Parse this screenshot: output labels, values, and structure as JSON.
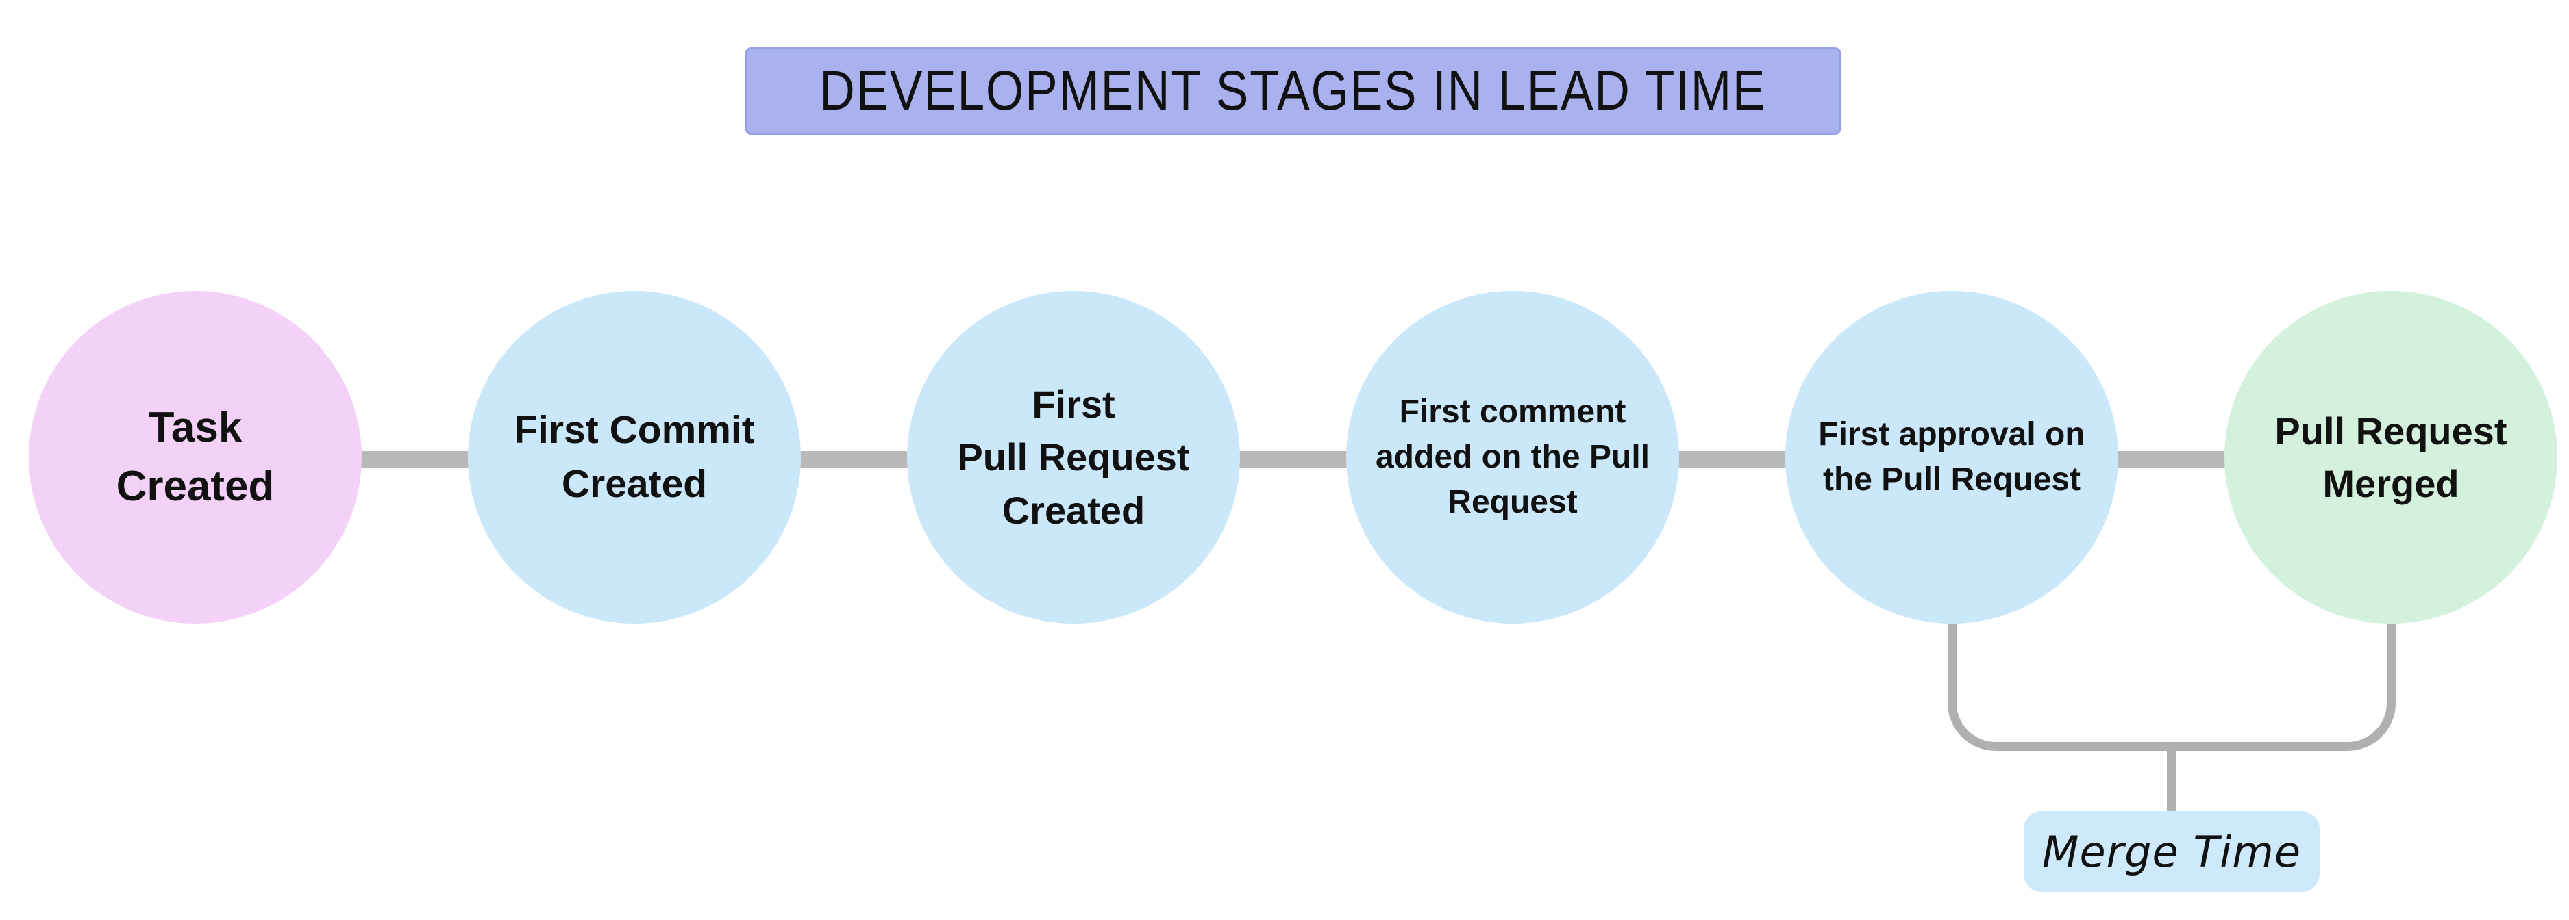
{
  "title": {
    "label": "DEVELOPMENT STAGES IN LEAD TIME"
  },
  "stages": [
    {
      "id": "task-created",
      "label": "Task\nCreated",
      "fill": "#f4d1f7",
      "role": "start"
    },
    {
      "id": "first-commit-created",
      "label": "First Commit\nCreated",
      "fill": "#cbe8fa",
      "role": "stage"
    },
    {
      "id": "first-pull-request-created",
      "label": "First\nPull Request\nCreated",
      "fill": "#cbe8fa",
      "role": "stage"
    },
    {
      "id": "first-comment-added",
      "label": "First comment\nadded on the Pull\nRequest",
      "fill": "#cbe8fa",
      "role": "stage"
    },
    {
      "id": "first-approval",
      "label": "First approval on\nthe Pull Request",
      "fill": "#cbe8fa",
      "role": "stage"
    },
    {
      "id": "pull-request-merged",
      "label": "Pull Request\nMerged",
      "fill": "#d3f1dd",
      "role": "end"
    }
  ],
  "merge_time": {
    "label": "Merge Time",
    "fill": "#cde9fb"
  },
  "colors": {
    "background": "#ffffff",
    "title_bg": "#a9b2ef",
    "connector": "#b9b9b9",
    "bracket": "#b0b0b0",
    "text": "#111111"
  }
}
